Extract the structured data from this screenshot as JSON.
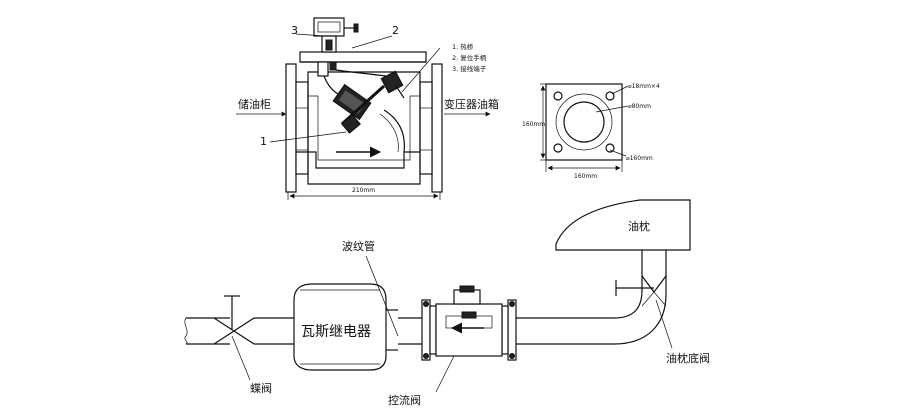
{
  "top_valve": {
    "callouts": [
      "1",
      "2",
      "3"
    ],
    "legend": [
      "1. 热桥",
      "2. 复位手柄",
      "3. 接线端子"
    ],
    "left_label": "储油柜",
    "right_label": "变压器油箱",
    "width_dim": "210mm"
  },
  "flange": {
    "bolt_note": "⌀18mm×4",
    "bore_note": "⌀80mm",
    "pcd_note": "⌀160mm",
    "height_dim": "160mm",
    "width_dim": "160mm"
  },
  "bottom_pipeline": {
    "relay_label": "瓦斯继电器",
    "bellows_label": "波纹管",
    "butterfly_valve_label": "蝶阀",
    "flow_valve_label": "控流阀",
    "conservator_label": "油枕",
    "conservator_valve_label": "油枕底阀"
  }
}
